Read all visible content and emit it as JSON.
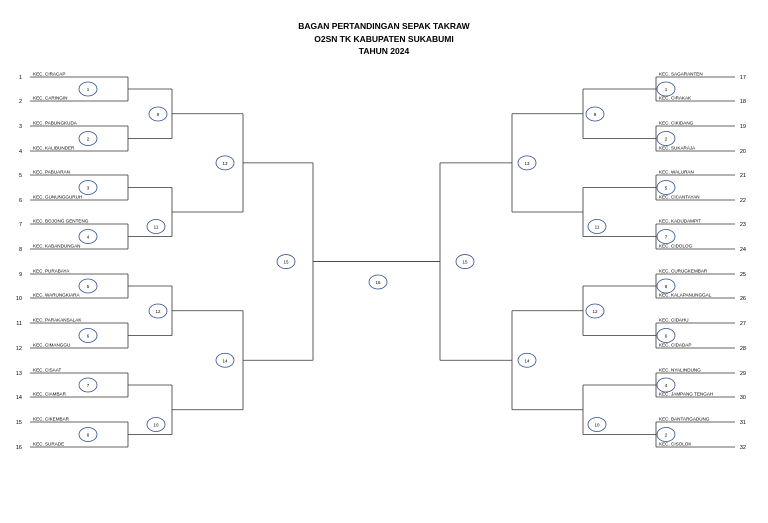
{
  "header": {
    "line1": "BAGAN PERTANDINGAN SEPAK TAKRAW",
    "line2": "O2SN TK KABUPATEN SUKABUMI",
    "line3": "TAHUN 2024"
  },
  "left_teams": [
    {
      "seed": "1",
      "name": "KEC. CIRACAP"
    },
    {
      "seed": "2",
      "name": "KEC. CARINGIN"
    },
    {
      "seed": "3",
      "name": "KEC. PABUNGKUDA"
    },
    {
      "seed": "4",
      "name": "KEC. KALIBUNDER"
    },
    {
      "seed": "5",
      "name": "KEC. PABUARAN"
    },
    {
      "seed": "6",
      "name": "KEC. GUNUNGGURUH"
    },
    {
      "seed": "7",
      "name": "KEC. BOJONG GENTENG"
    },
    {
      "seed": "8",
      "name": "KEC. KABANDUNGAN"
    },
    {
      "seed": "9",
      "name": "KEC. PURABAYA"
    },
    {
      "seed": "10",
      "name": "KEC. WARUNGKIARA"
    },
    {
      "seed": "11",
      "name": "KEC. PARAKANSALAK"
    },
    {
      "seed": "12",
      "name": "KEC. CIMANGGU"
    },
    {
      "seed": "13",
      "name": "KEC. CISAAT"
    },
    {
      "seed": "14",
      "name": "KEC. CIAMBAR"
    },
    {
      "seed": "15",
      "name": "KEC. CIKEMBAR"
    },
    {
      "seed": "16",
      "name": "KEC. SURADE"
    }
  ],
  "right_teams": [
    {
      "seed": "17",
      "name": "KEC. SAGARANTEN"
    },
    {
      "seed": "18",
      "name": "KEC. CIRAKAK"
    },
    {
      "seed": "19",
      "name": "KEC. CIKIDANG"
    },
    {
      "seed": "20",
      "name": "KEC. SUKARAJA"
    },
    {
      "seed": "21",
      "name": "KEC. WALURAN"
    },
    {
      "seed": "22",
      "name": "KEC. CICANTAYAN"
    },
    {
      "seed": "23",
      "name": "KEC. KADUDAMPIT"
    },
    {
      "seed": "24",
      "name": "KEC. CIDOLOG"
    },
    {
      "seed": "25",
      "name": "KEC. CURUGKEMBAR"
    },
    {
      "seed": "26",
      "name": "KEC. KALAPANUNGGAL"
    },
    {
      "seed": "27",
      "name": "KEC. CIDAHU"
    },
    {
      "seed": "28",
      "name": "KEC. CIDADAP"
    },
    {
      "seed": "29",
      "name": "KEC. NYALINDUNG"
    },
    {
      "seed": "30",
      "name": "KEC. JAMPANG TENGAH"
    },
    {
      "seed": "31",
      "name": "KEC. BANTARGADUNG"
    },
    {
      "seed": "32",
      "name": "KEC. CISOLOK"
    }
  ],
  "rounds": {
    "r1_left": [
      "1",
      "2",
      "3",
      "4",
      "5",
      "6",
      "7",
      "8"
    ],
    "r2_left": [
      "9",
      "11",
      "12",
      "10"
    ],
    "r3_left": [
      "13",
      "14"
    ],
    "r4_left": "15",
    "final": "16",
    "r1_right": [
      "1",
      "2",
      "5",
      "7",
      "8",
      "6",
      "4",
      "2"
    ],
    "r2_right": [
      "9",
      "11",
      "12",
      "10"
    ],
    "r3_right": [
      "13",
      "14"
    ],
    "r4_right": "15"
  }
}
